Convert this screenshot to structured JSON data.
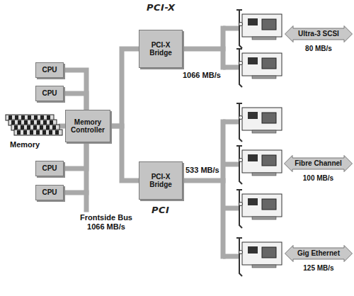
{
  "diagram": {
    "nodes": [
      {
        "text": [
          "CPU"
        ]
      },
      {
        "text": [
          "CPU"
        ]
      },
      {
        "text": [
          "Memory Controller"
        ]
      },
      {
        "text": [
          "CPU"
        ]
      },
      {
        "text": [
          "CPU"
        ]
      },
      {
        "text": [
          "PCI-X Bridge"
        ]
      },
      {
        "text": [
          "PCI-X Bridge"
        ]
      },
      {
        "text": [
          "Ultra-3 SCSI",
          "80 MB/s"
        ]
      },
      {
        "text": [
          "Fibre Channel",
          "100 MB/s"
        ]
      },
      {
        "text": [
          "Gig Ethernet",
          "125 MB/s"
        ]
      }
    ],
    "edges": [
      {
        "from": 0,
        "to": 2,
        "arrow": "none"
      },
      {
        "from": 1,
        "to": 2,
        "arrow": "none"
      },
      {
        "from": 3,
        "to": 2,
        "arrow": "none"
      },
      {
        "from": 4,
        "to": 2,
        "arrow": "none"
      },
      {
        "from": 2,
        "to": 5,
        "arrow": "none"
      },
      {
        "from": 2,
        "to": 6,
        "arrow": "none"
      }
    ],
    "labels": [
      "PCI-X",
      "1066 MB/s",
      "Memory",
      "533 MB/s",
      "Frontside Bus 1066 MB/s",
      "PCI"
    ]
  }
}
